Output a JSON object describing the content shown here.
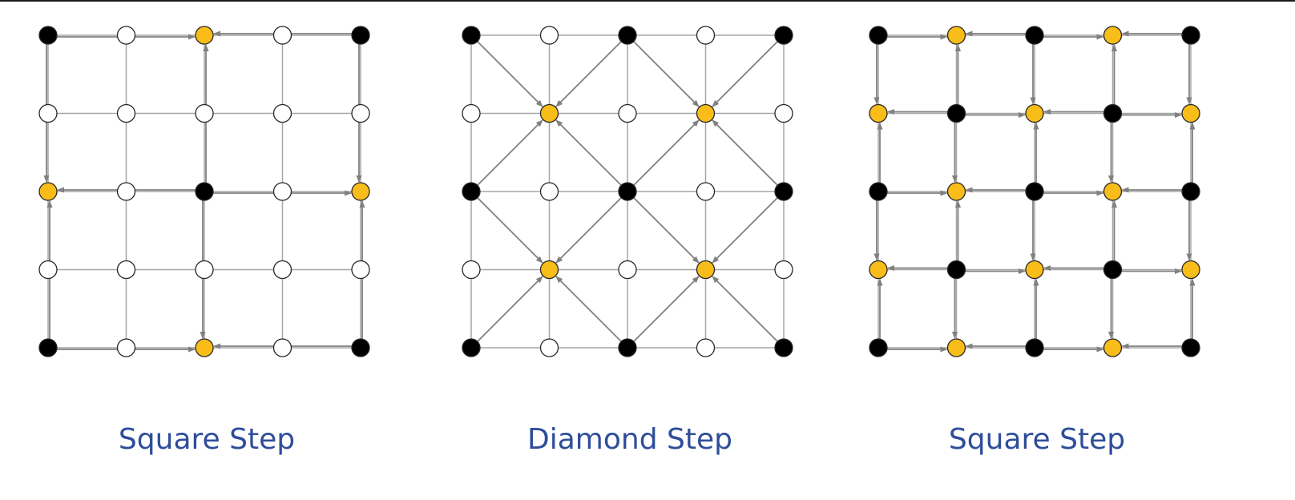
{
  "grid": {
    "rows": 5,
    "cols": 5,
    "colors": {
      "line": "#a6a6a6",
      "arrow": "#808080",
      "black": "#000000",
      "orange": "#f9bd1a",
      "white": "#ffffff",
      "stroke": "#262626",
      "caption": "#2e4d9a"
    }
  },
  "panels": [
    {
      "id": "square-step-1",
      "caption": "Square Step",
      "nodes": [
        [
          "black",
          "white",
          "orange",
          "white",
          "black"
        ],
        [
          "white",
          "white",
          "white",
          "white",
          "white"
        ],
        [
          "orange",
          "white",
          "black",
          "white",
          "orange"
        ],
        [
          "white",
          "white",
          "white",
          "white",
          "white"
        ],
        [
          "black",
          "white",
          "orange",
          "white",
          "black"
        ]
      ],
      "arrows": [
        [
          [
            0,
            0
          ],
          [
            0,
            2
          ]
        ],
        [
          [
            0,
            4
          ],
          [
            0,
            2
          ]
        ],
        [
          [
            4,
            0
          ],
          [
            4,
            2
          ]
        ],
        [
          [
            4,
            4
          ],
          [
            4,
            2
          ]
        ],
        [
          [
            0,
            0
          ],
          [
            2,
            0
          ]
        ],
        [
          [
            4,
            0
          ],
          [
            2,
            0
          ]
        ],
        [
          [
            0,
            4
          ],
          [
            2,
            4
          ]
        ],
        [
          [
            4,
            4
          ],
          [
            2,
            4
          ]
        ],
        [
          [
            2,
            2
          ],
          [
            0,
            2
          ]
        ],
        [
          [
            2,
            2
          ],
          [
            4,
            2
          ]
        ],
        [
          [
            2,
            2
          ],
          [
            2,
            0
          ]
        ],
        [
          [
            2,
            2
          ],
          [
            2,
            4
          ]
        ]
      ]
    },
    {
      "id": "diamond-step",
      "caption": "Diamond Step",
      "nodes": [
        [
          "black",
          "white",
          "black",
          "white",
          "black"
        ],
        [
          "white",
          "orange",
          "white",
          "orange",
          "white"
        ],
        [
          "black",
          "white",
          "black",
          "white",
          "black"
        ],
        [
          "white",
          "orange",
          "white",
          "orange",
          "white"
        ],
        [
          "black",
          "white",
          "black",
          "white",
          "black"
        ]
      ],
      "arrows": [
        [
          [
            0,
            0
          ],
          [
            1,
            1
          ]
        ],
        [
          [
            0,
            2
          ],
          [
            1,
            1
          ]
        ],
        [
          [
            2,
            0
          ],
          [
            1,
            1
          ]
        ],
        [
          [
            2,
            2
          ],
          [
            1,
            1
          ]
        ],
        [
          [
            0,
            2
          ],
          [
            1,
            3
          ]
        ],
        [
          [
            0,
            4
          ],
          [
            1,
            3
          ]
        ],
        [
          [
            2,
            2
          ],
          [
            1,
            3
          ]
        ],
        [
          [
            2,
            4
          ],
          [
            1,
            3
          ]
        ],
        [
          [
            2,
            0
          ],
          [
            3,
            1
          ]
        ],
        [
          [
            2,
            2
          ],
          [
            3,
            1
          ]
        ],
        [
          [
            4,
            0
          ],
          [
            3,
            1
          ]
        ],
        [
          [
            4,
            2
          ],
          [
            3,
            1
          ]
        ],
        [
          [
            2,
            2
          ],
          [
            3,
            3
          ]
        ],
        [
          [
            2,
            4
          ],
          [
            3,
            3
          ]
        ],
        [
          [
            4,
            2
          ],
          [
            3,
            3
          ]
        ],
        [
          [
            4,
            4
          ],
          [
            3,
            3
          ]
        ]
      ]
    },
    {
      "id": "square-step-2",
      "caption": "Square Step",
      "nodes": [
        [
          "black",
          "orange",
          "black",
          "orange",
          "black"
        ],
        [
          "orange",
          "black",
          "orange",
          "black",
          "orange"
        ],
        [
          "black",
          "orange",
          "black",
          "orange",
          "black"
        ],
        [
          "orange",
          "black",
          "orange",
          "black",
          "orange"
        ],
        [
          "black",
          "orange",
          "black",
          "orange",
          "black"
        ]
      ],
      "arrows": "all-black-to-orange-neighbors"
    }
  ]
}
